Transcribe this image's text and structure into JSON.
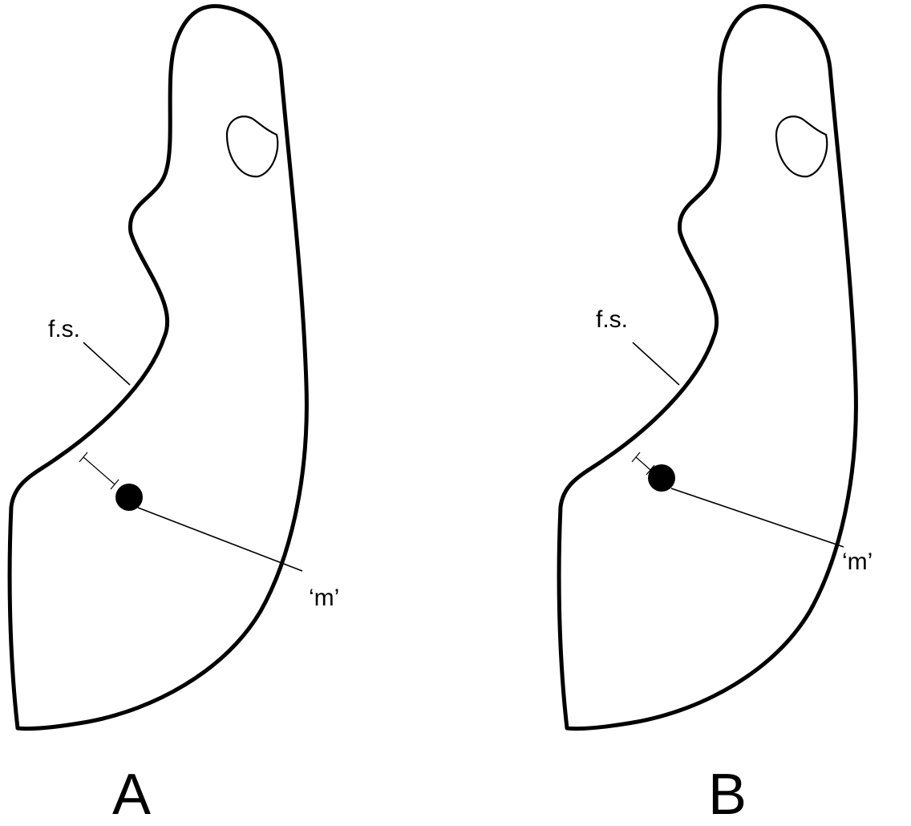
{
  "panels": [
    {
      "panel_label": "A",
      "labels": {
        "fs": "f.s.",
        "m": "‘m’"
      }
    },
    {
      "panel_label": "B",
      "labels": {
        "fs": "f.s.",
        "m": "‘m’"
      }
    }
  ]
}
